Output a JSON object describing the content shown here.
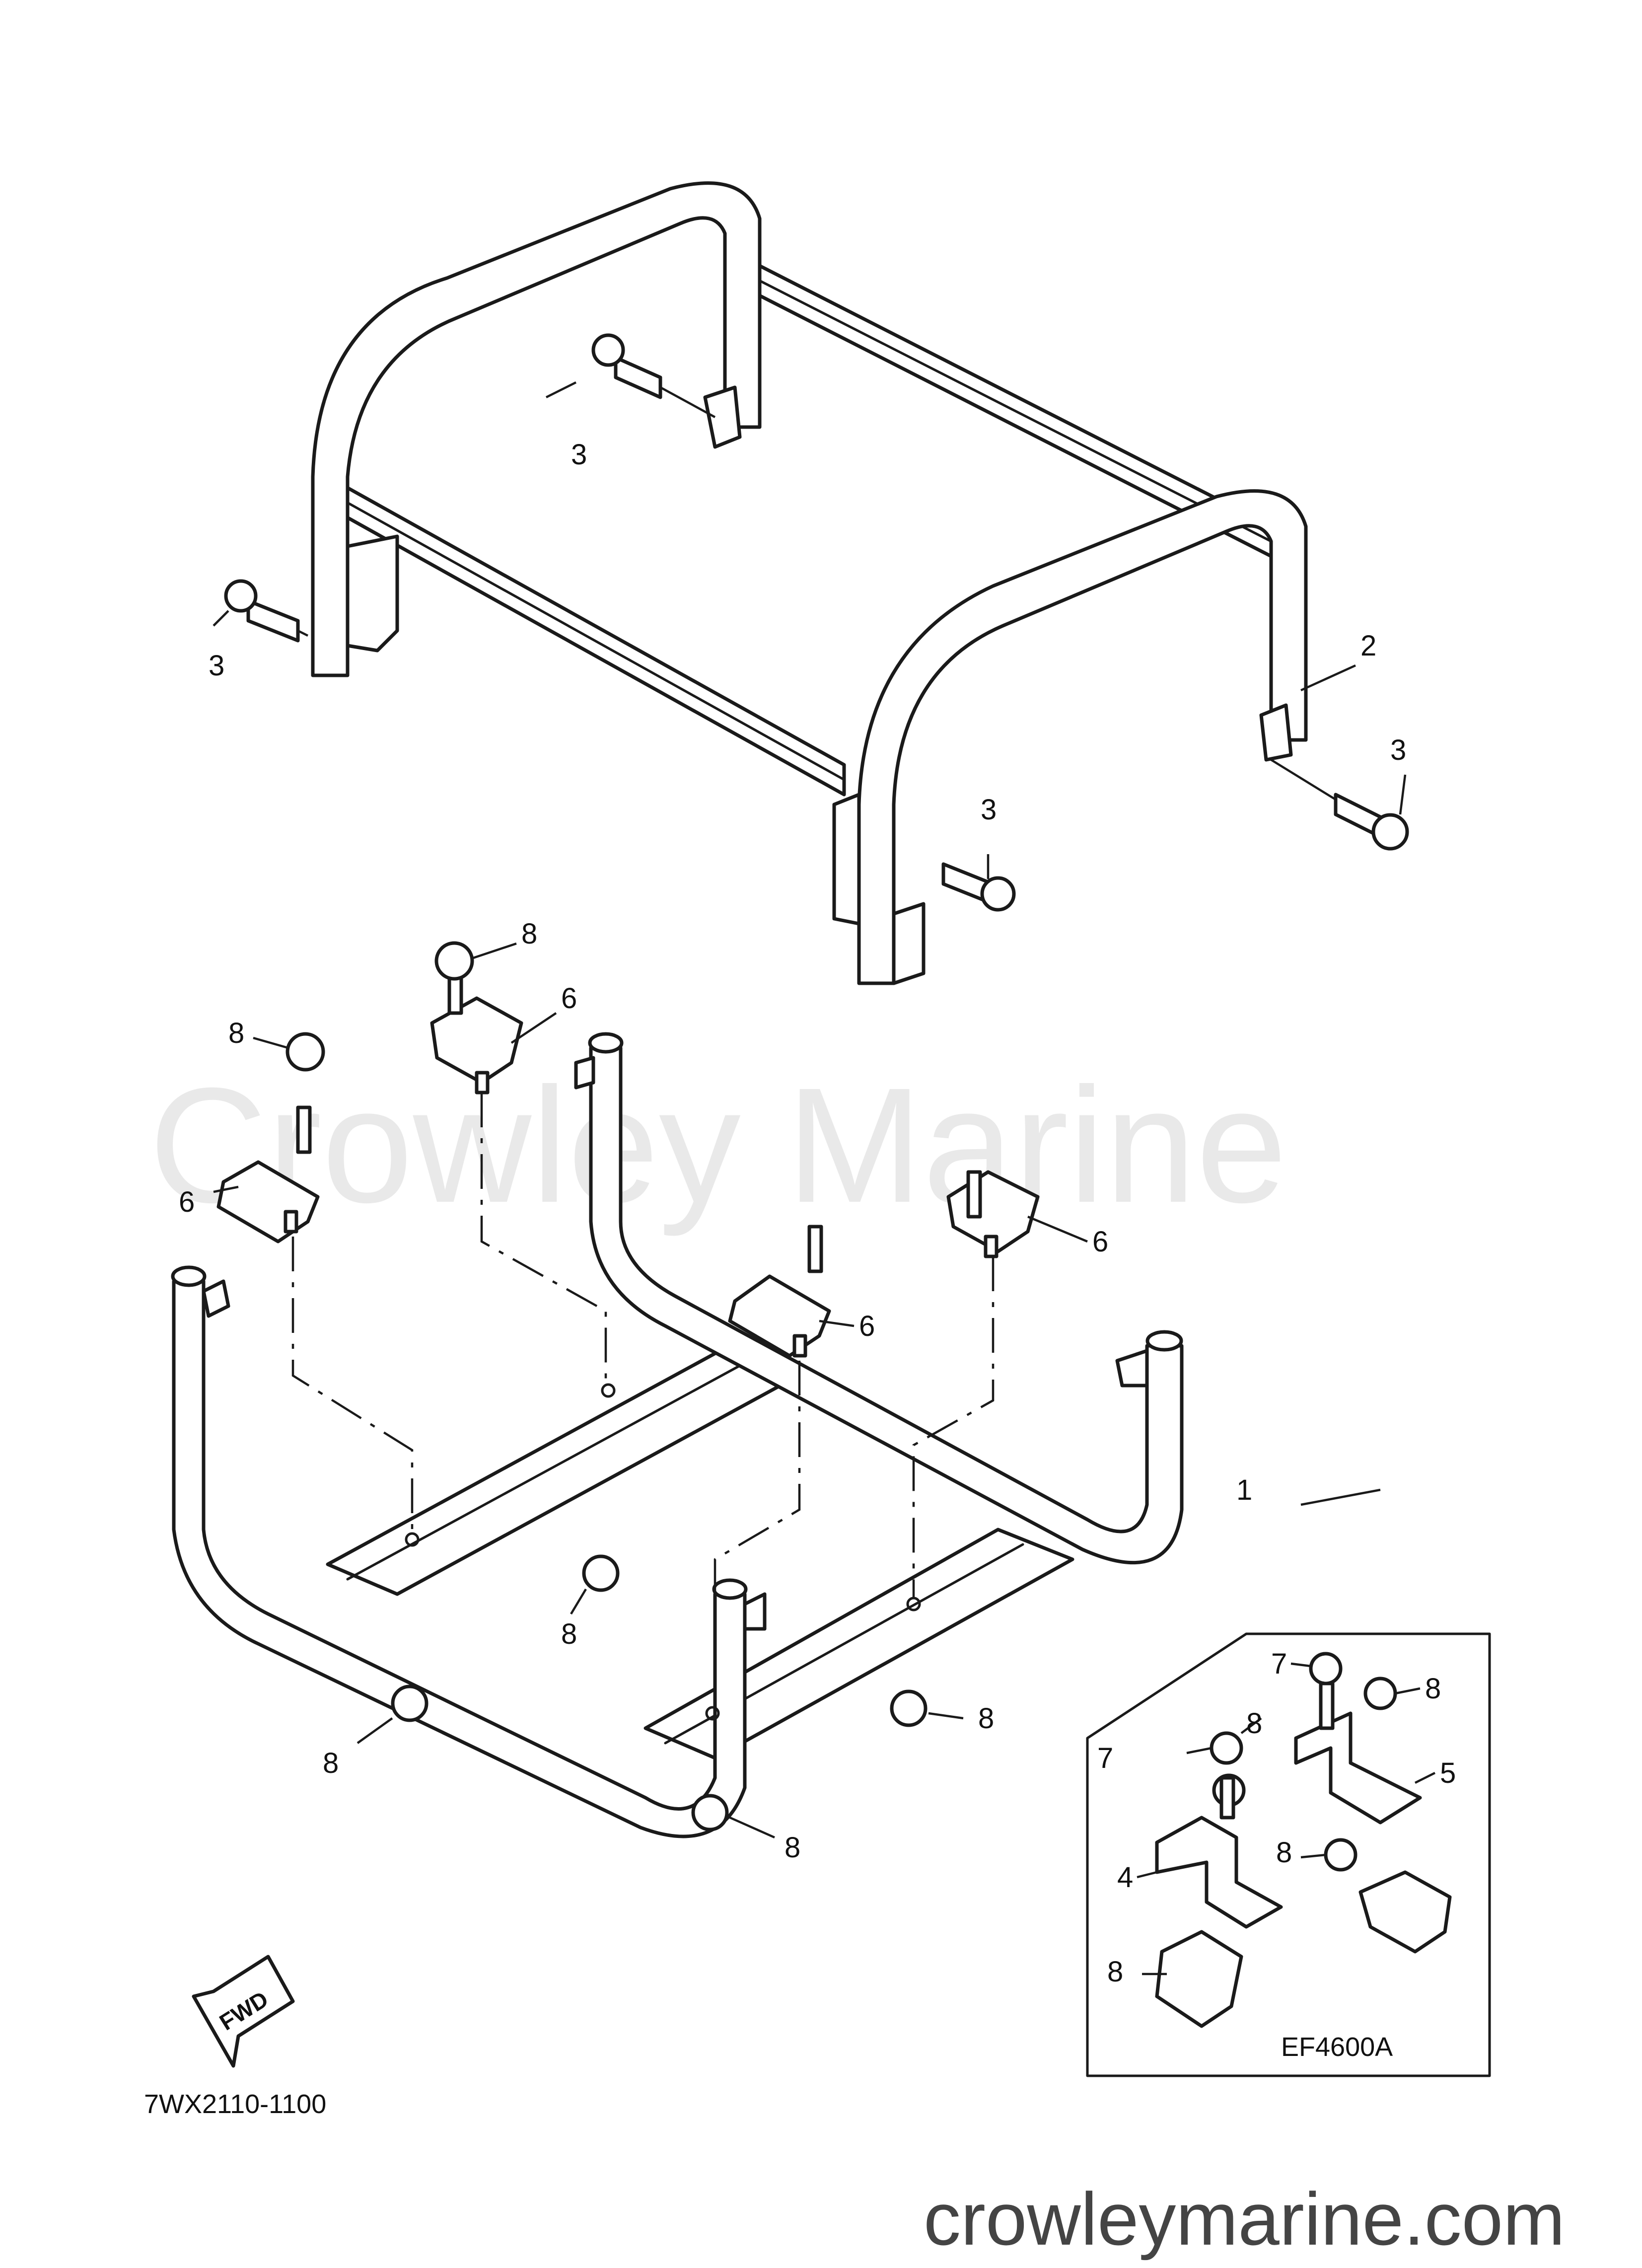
{
  "watermark": "Crowley Marine",
  "footer_site": "crowleymarine.com",
  "diagram_code": "7WX2110-1100",
  "inset_model": "EF4600A",
  "fwd_label": "FWD",
  "callouts": {
    "c1": "1",
    "c2": "2",
    "c3a": "3",
    "c3b": "3",
    "c3c": "3",
    "c3d": "3",
    "c4": "4",
    "c5": "5",
    "c6a": "6",
    "c6b": "6",
    "c6c": "6",
    "c6d": "6",
    "c7a": "7",
    "c7b": "7",
    "c8a": "8",
    "c8b": "8",
    "c8c": "8",
    "c8d": "8",
    "c8e": "8",
    "c8f": "8",
    "c8g": "8",
    "c8h": "8",
    "c8i": "8",
    "c8j": "8"
  },
  "colors": {
    "line": "#1a1a1a",
    "watermark": "#e9e9e9",
    "site_text": "#444444"
  }
}
